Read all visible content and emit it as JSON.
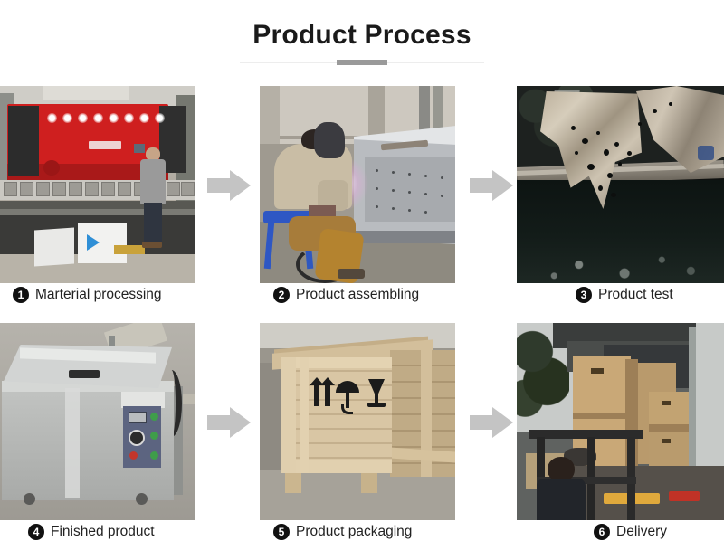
{
  "header": {
    "title": "Product Process"
  },
  "steps": [
    {
      "number": "1",
      "label": "Marterial processing",
      "image_alt": "red CNC press brake machine with worker bending sheet metal"
    },
    {
      "number": "2",
      "label": "Product assembling",
      "image_alt": "welder on blue stool welding a stainless steel tank"
    },
    {
      "number": "3",
      "label": "Product test",
      "image_alt": "aluminium foil cavitation test in ultrasonic cleaner tank"
    },
    {
      "number": "4",
      "label": "Finished product",
      "image_alt": "finished stainless steel ultrasonic cleaner with control panel"
    },
    {
      "number": "5",
      "label": "Product packaging",
      "image_alt": "wooden shipping crate with this-side-up, umbrella and fragile symbols"
    },
    {
      "number": "6",
      "label": "Delivery",
      "image_alt": "forklift loading wooden crates into a container truck"
    }
  ],
  "arrows": [
    {
      "name": "arrow-step-1-to-2",
      "direction": "right"
    },
    {
      "name": "arrow-step-2-to-3",
      "direction": "right"
    },
    {
      "name": "arrow-step-4-to-5",
      "direction": "right"
    },
    {
      "name": "arrow-step-5-to-6",
      "direction": "right"
    }
  ],
  "colors": {
    "background": "#ffffff",
    "title_text": "#1a1a1a",
    "rule_light": "#ededed",
    "rule_dark": "#9a9a9a",
    "arrow": "#c4c4c4",
    "badge_background": "#111111",
    "badge_text": "#ffffff",
    "caption_text": "#222222"
  }
}
